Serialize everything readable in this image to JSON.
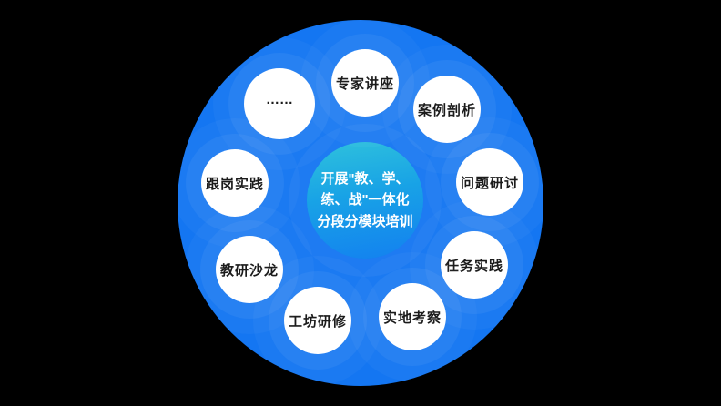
{
  "diagram": {
    "title_hint": "circular training-modules diagram",
    "colors": {
      "background": "#000000",
      "outer_circle": "#1476F2",
      "node_fill": "#FFFFFF",
      "node_text": "#1B1B1B",
      "center_gradient_top": "#2FC2DC",
      "center_gradient_bottom": "#1380F0",
      "center_text": "#FFFFFF"
    },
    "center": {
      "lines": [
        "开展\"教、学、",
        "练、战\"一体化",
        "分段分模块培训"
      ]
    },
    "nodes": [
      {
        "label": "专家讲座"
      },
      {
        "label": "案例剖析"
      },
      {
        "label": "问题研讨"
      },
      {
        "label": "任务实践"
      },
      {
        "label": "实地考察"
      },
      {
        "label": "工坊研修"
      },
      {
        "label": "教研沙龙"
      },
      {
        "label": "跟岗实践"
      },
      {
        "label": "……"
      }
    ]
  }
}
